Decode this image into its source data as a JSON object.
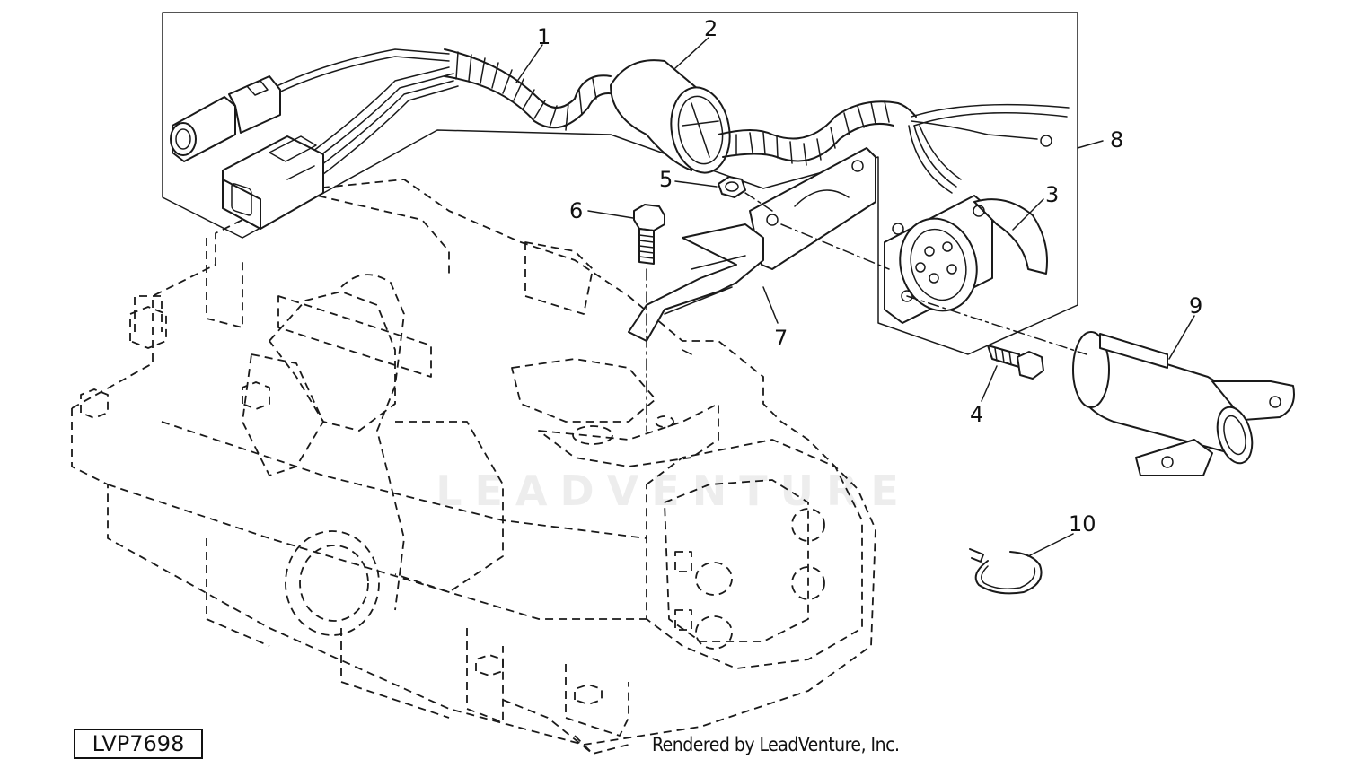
{
  "figure_id": "LVP7698",
  "credit": "Rendered by LeadVenture, Inc.",
  "watermark": "LEADVENTURE",
  "callouts": [
    {
      "id": "1",
      "part": "wiring harness"
    },
    {
      "id": "2",
      "part": "sleeve"
    },
    {
      "id": "3",
      "part": "socket"
    },
    {
      "id": "4",
      "part": "cap screw"
    },
    {
      "id": "5",
      "part": "nut"
    },
    {
      "id": "6",
      "part": "cap screw"
    },
    {
      "id": "7",
      "part": "bracket"
    },
    {
      "id": "8",
      "part": "harness kit"
    },
    {
      "id": "9",
      "part": "socket cover"
    },
    {
      "id": "10",
      "part": "clamp"
    }
  ]
}
